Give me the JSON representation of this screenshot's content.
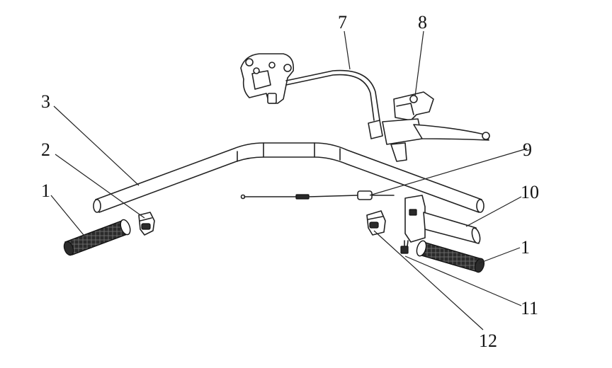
{
  "diagram": {
    "callouts": {
      "grip_left": "1",
      "switch_left": "2",
      "handlebar": "3",
      "brake_caliper": "7",
      "reservoir": "8",
      "throttle_cable": "9",
      "throttle_housing": "10",
      "grip_right": "1",
      "switch_connector": "11",
      "switch_right": "12"
    }
  }
}
